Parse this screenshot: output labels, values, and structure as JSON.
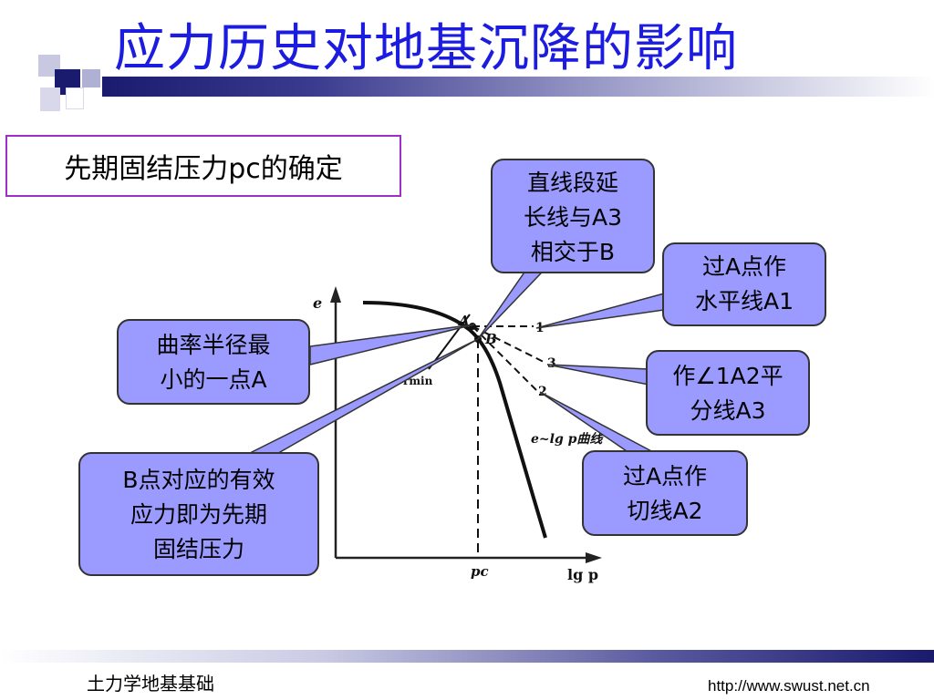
{
  "slide": {
    "title": "应力历史对地基沉降的影响",
    "subtitle": "先期固结压力pc的确定",
    "accent_color": "#1c1ce0",
    "callout_color": "#9a9aff"
  },
  "diagram": {
    "y_axis_label": "e",
    "x_axis_label": "lg p",
    "curve_label": "e~lg p曲线",
    "point_a_label": "A",
    "point_b_label": "B",
    "rmin_label": "rmin",
    "pc_label": "pc",
    "line1_label": "1",
    "line2_label": "2",
    "line3_label": "3"
  },
  "callouts": {
    "b_extension": [
      "直线段延",
      "长线与A3",
      "相交于B"
    ],
    "a1_horizontal": [
      "过A点作",
      "水平线A1"
    ],
    "min_radius": [
      "曲率半径最",
      "小的一点A"
    ],
    "bisector": [
      "作∠1A2平",
      "分线A3"
    ],
    "b_pressure": [
      "B点对应的有效",
      "应力即为先期",
      "固结压力"
    ],
    "tangent": [
      "过A点作",
      "切线A2"
    ]
  },
  "footer": {
    "left": "土力学地基基础",
    "right": "http://www.swust.net.cn"
  }
}
